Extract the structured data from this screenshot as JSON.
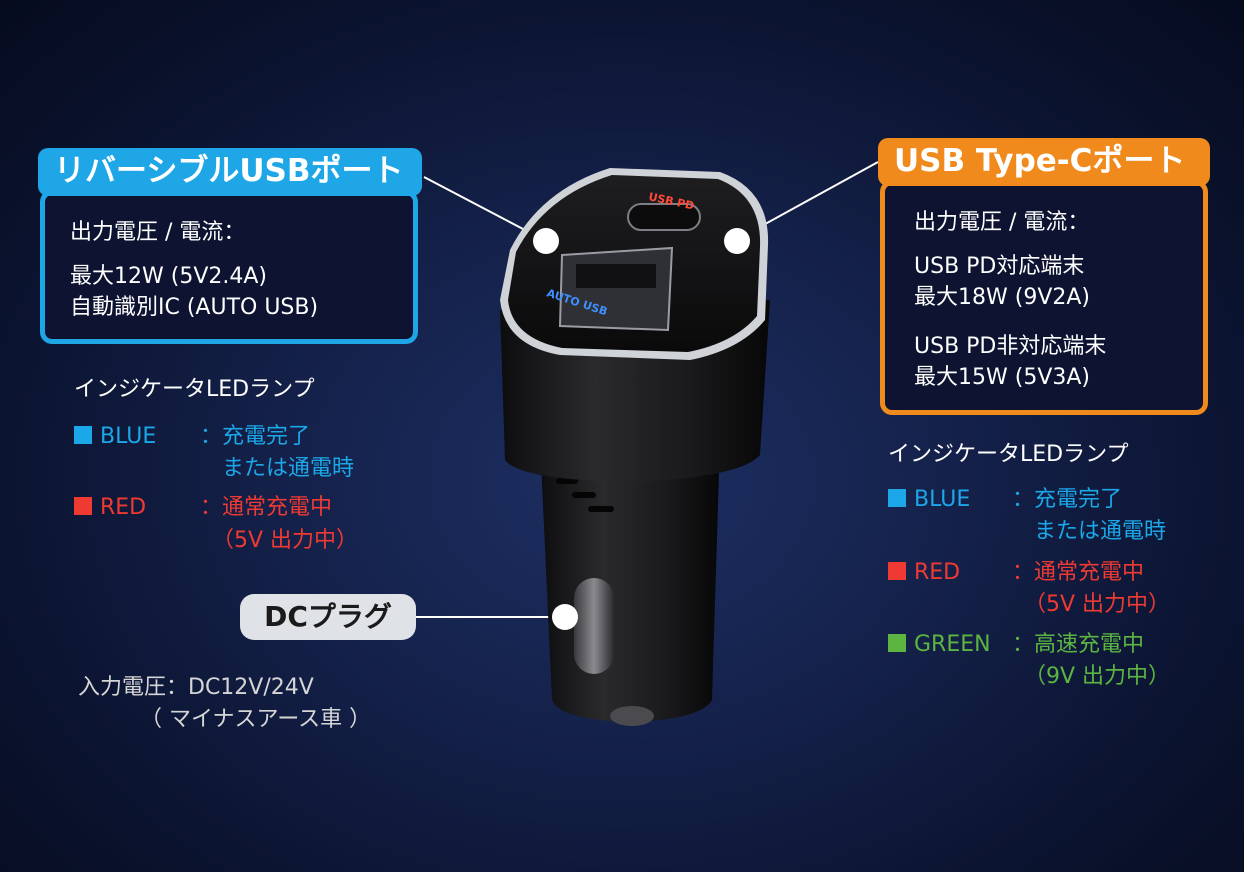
{
  "left_callout": {
    "title": "リバーシブルUSBポート",
    "line1": "出力電圧 / 電流：",
    "line2": "最大12W (5V2.4A)",
    "line3": "自動識別IC (AUTO USB)"
  },
  "right_callout": {
    "title": "USB Type-Cポート",
    "line1": "出力電圧 / 電流：",
    "line2": "USB PD対応端末",
    "line3": "最大18W (9V2A)",
    "line4": "USB PD非対応端末",
    "line5": "最大15W (5V3A)"
  },
  "left_led": {
    "heading": "インジケータLEDランプ",
    "blue_label": "BLUE",
    "blue_text1": "：充電完了",
    "blue_text2": "または通電時",
    "red_label": "RED",
    "red_text1": "：通常充電中",
    "red_text2": "（5V 出力中）"
  },
  "right_led": {
    "heading": "インジケータLEDランプ",
    "blue_label": "BLUE",
    "blue_text1": "：充電完了",
    "blue_text2": "または通電時",
    "red_label": "RED",
    "red_text1": "：通常充電中",
    "red_text2": "（5V 出力中）",
    "green_label": "GREEN",
    "green_text1": "：高速充電中",
    "green_text2": "（9V 出力中）"
  },
  "dc_plug": {
    "label": "DCプラグ",
    "input1": "入力電圧：DC12V/24V",
    "input2": "（ マイナスアース車 ）"
  },
  "device": {
    "usbpd_text": "USB PD",
    "autousb_text": "AUTO USB"
  },
  "colors": {
    "blue": "#1ba7e8",
    "red": "#ef3a33",
    "green": "#5db541",
    "orange": "#f18a1c"
  }
}
